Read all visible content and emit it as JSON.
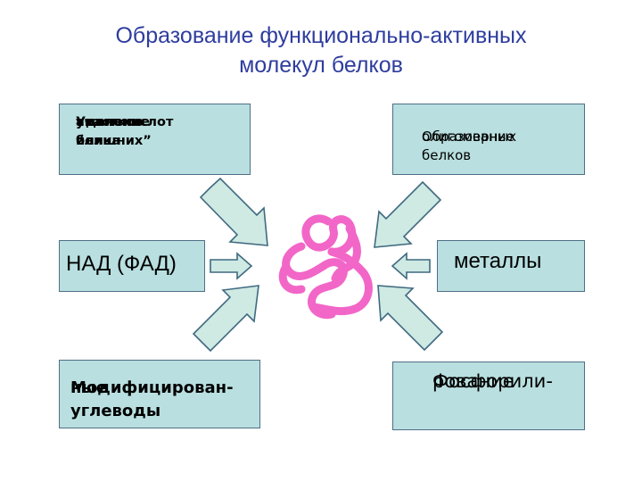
{
  "title": {
    "line1": "Образование функционально-активных",
    "line2": "молекул белков"
  },
  "boxes": {
    "removal": [
      "Удаление “лишних”",
      "аминокислот или",
      "участков белка"
    ],
    "oligomer": [
      "Образование",
      "олигомерных белков"
    ],
    "nad": "НАД (ФАД)",
    "metals": "металлы",
    "carbs": [
      "Модифицирован-",
      "ные углеводы"
    ],
    "phosphorylation": [
      "Фосфорили-",
      "рование"
    ]
  },
  "colors": {
    "title": "#2e3d9e",
    "box_fill": "#b9dfe0",
    "box_border": "#4f6f86",
    "arrow_fill": "#cfe9e3",
    "arrow_stroke": "#3f6a80",
    "protein": "#f266c8"
  },
  "icons": {
    "center": "folded-protein-chain"
  }
}
